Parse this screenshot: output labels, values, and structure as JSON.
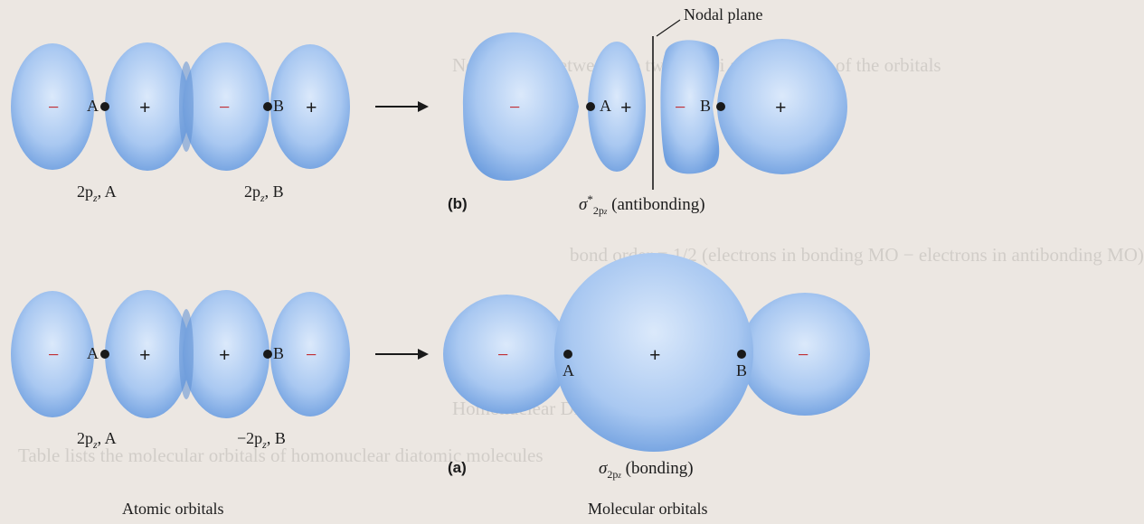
{
  "colors": {
    "orbital_light": "#dbe9fb",
    "orbital_mid": "#a9c8f1",
    "orbital_dark": "#6f9fdf",
    "minus_sign": "#c0272d",
    "plus_sign": "#1a1a1a",
    "background": "#ece7e2"
  },
  "signs": {
    "plus": "+",
    "minus": "−"
  },
  "nuclei": {
    "a": "A",
    "b": "B"
  },
  "labels": {
    "nodal_plane": "Nodal plane",
    "top_left_a_name": "2p",
    "top_left_a_sub": "z",
    "top_left_a_suffix": ", A",
    "top_left_b_name": "2p",
    "top_left_b_sub": "z",
    "top_left_b_suffix": ", B",
    "bottom_left_a_name": "2p",
    "bottom_left_a_sub": "z",
    "bottom_left_a_suffix": ", A",
    "bottom_left_b_name": "−2p",
    "bottom_left_b_sub": "z",
    "bottom_left_b_suffix": ", B",
    "panel_b": "(b)",
    "panel_a": "(a)",
    "antibonding_symbol": "σ",
    "antibonding_star": "*",
    "antibonding_sub": "2p",
    "antibonding_sub_z": "z",
    "antibonding_text": " (antibonding)",
    "bonding_symbol": "σ",
    "bonding_sub": "2p",
    "bonding_sub_z": "z",
    "bonding_text": " (bonding)",
    "atomic_orbitals": "Atomic orbitals",
    "molecular_orbitals": "Molecular orbitals"
  },
  "background_text": {
    "line_1": "Nodal plane between the two nuclei and any node of the orbitals",
    "line_2": "bond order = 1/2 (electrons in bonding MO − electrons in antibonding MO)",
    "line_3": "Homonuclear Diatomic Molecules",
    "line_4": "Table lists the molecular orbitals of homonuclear diatomic molecules"
  }
}
